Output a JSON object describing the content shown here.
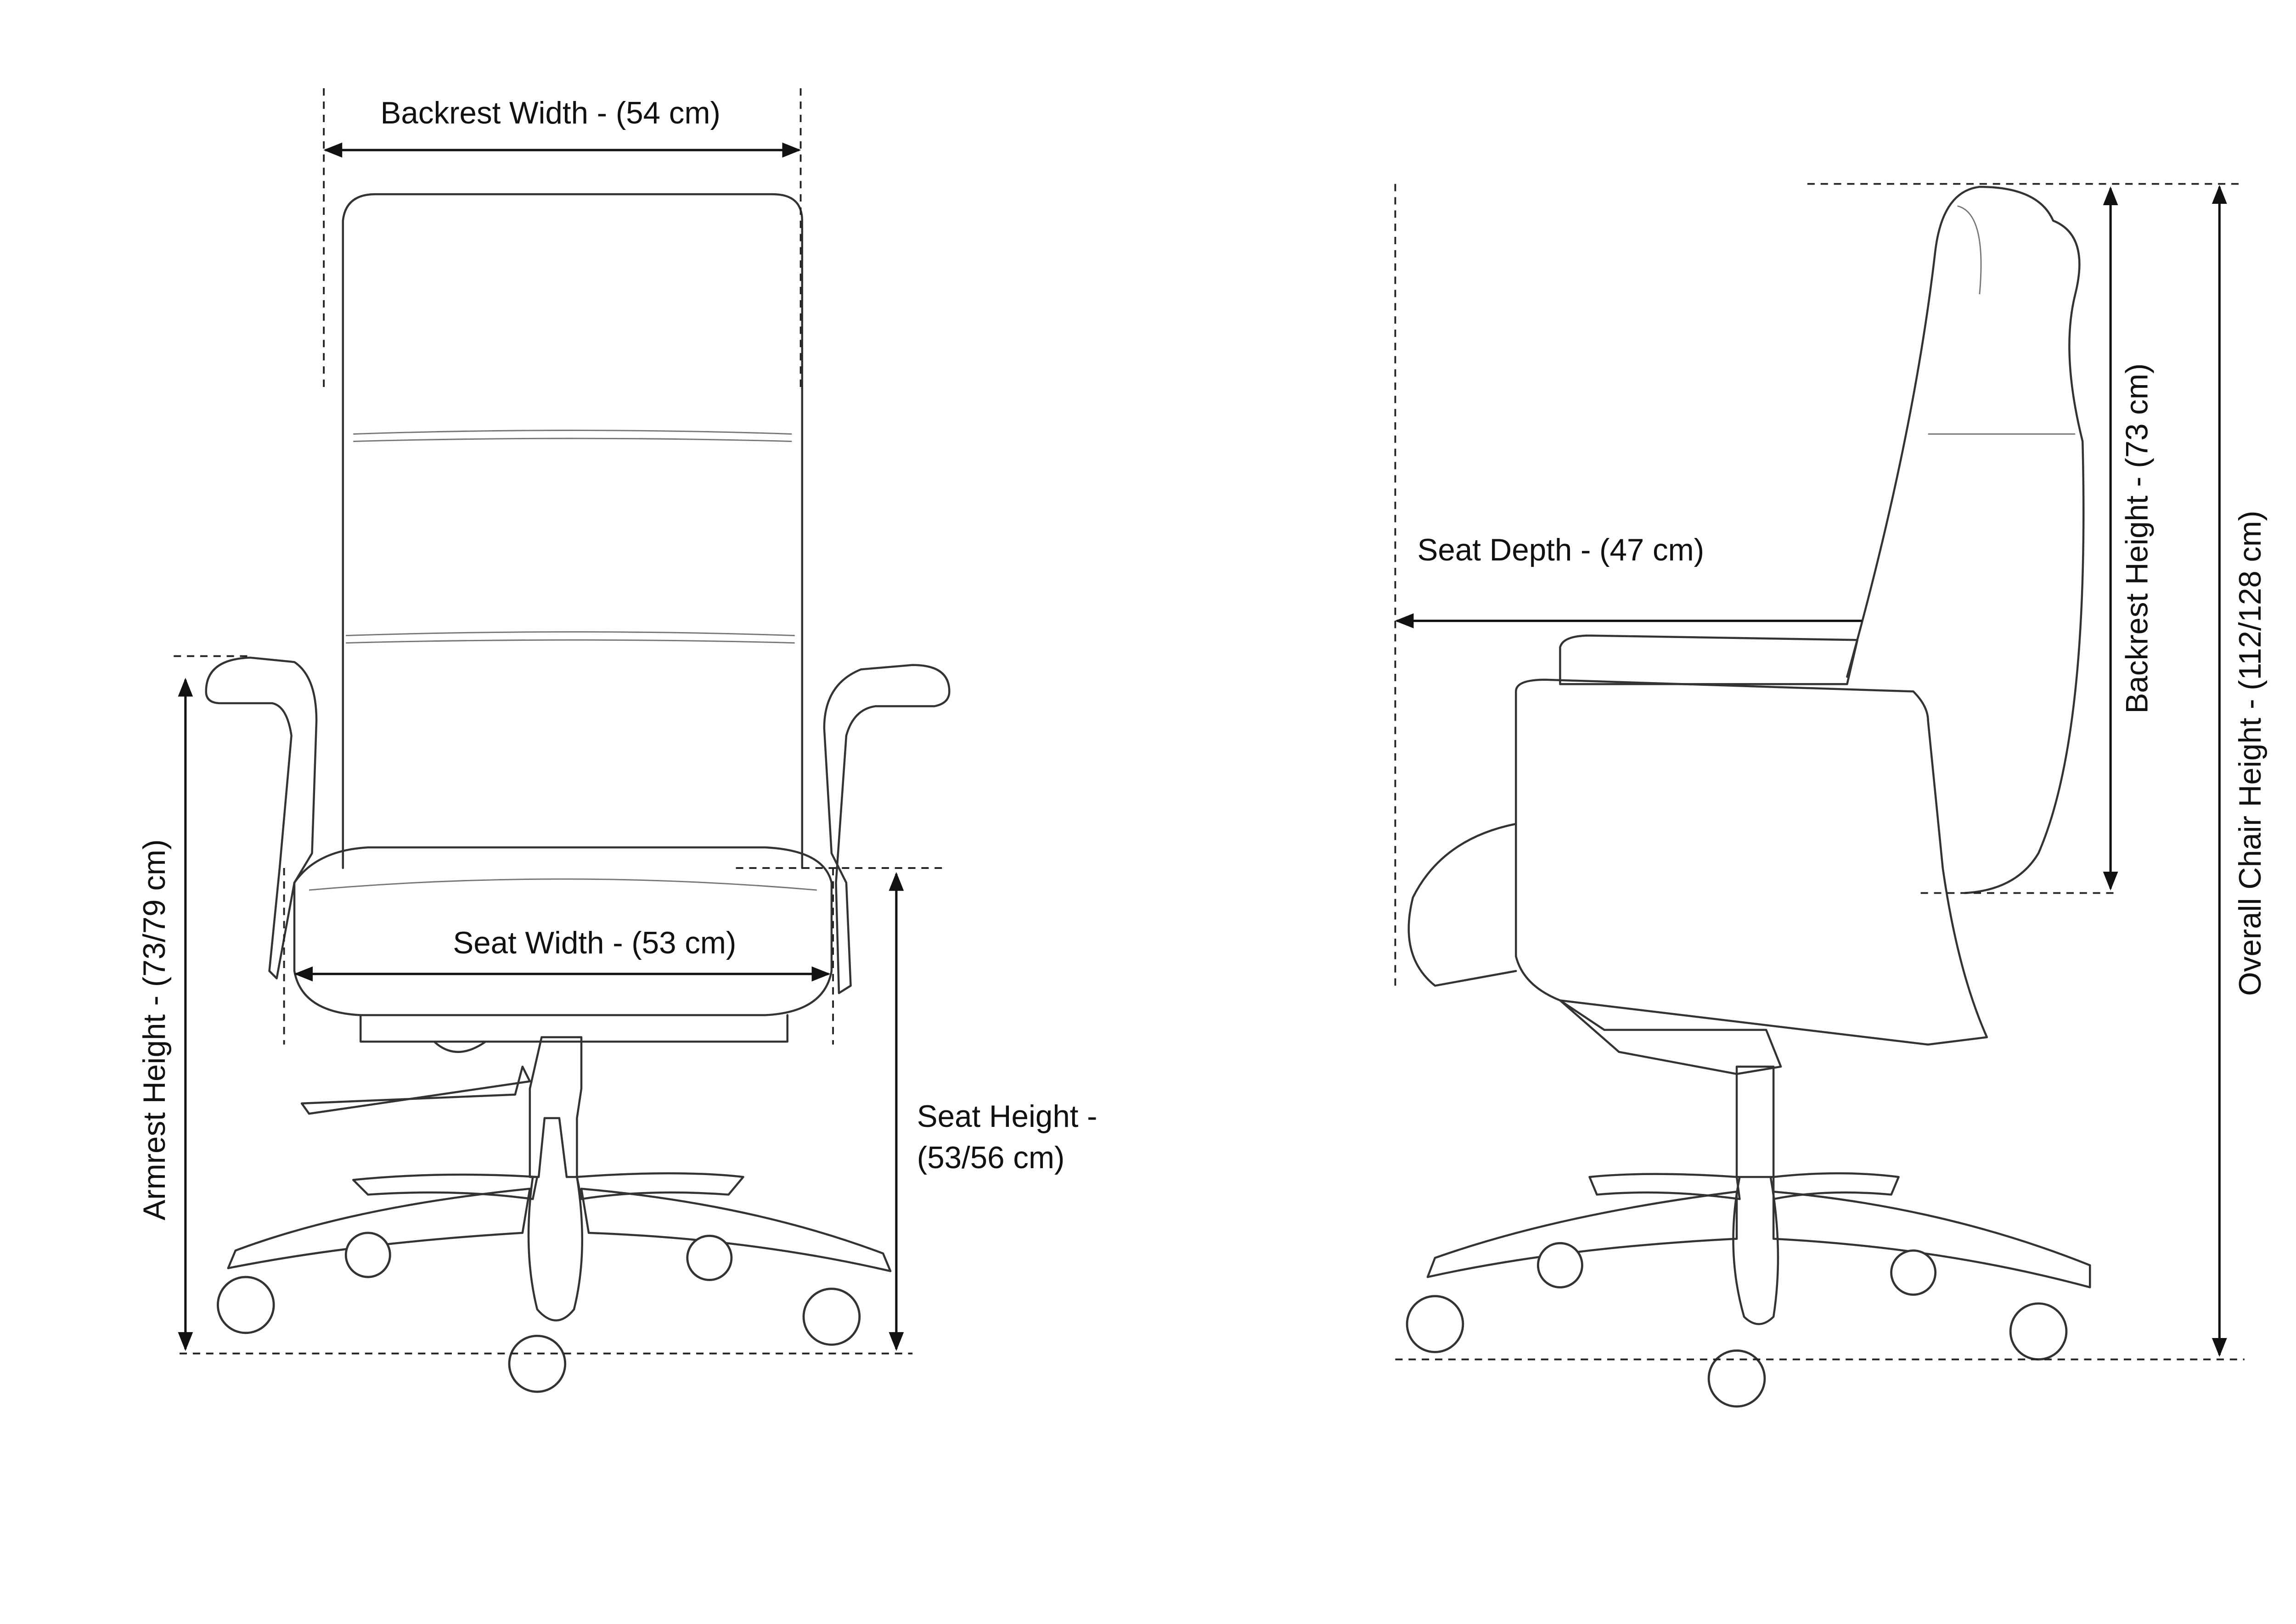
{
  "front_view": {
    "backrest_width": "Backrest Width - (54 cm)",
    "seat_width": "Seat Width - (53 cm)",
    "armrest_height": "Armrest Height  - (73/79 cm)",
    "seat_height_line1": "Seat Height -",
    "seat_height_line2": "(53/56 cm)"
  },
  "side_view": {
    "seat_depth": "Seat Depth - (47 cm)",
    "backrest_height": "Backrest  Height  - (73 cm)",
    "overall_height": "Overall Chair Height  - (112/128 cm)"
  },
  "colors": {
    "line": "#111111",
    "background": "#ffffff"
  }
}
